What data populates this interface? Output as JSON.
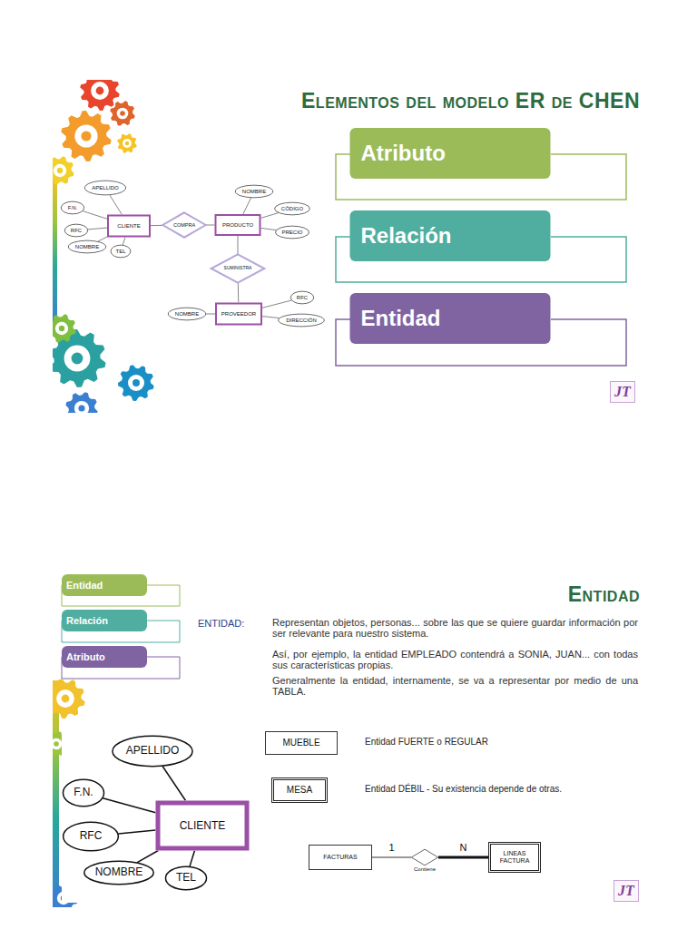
{
  "diagram": {
    "title": "Elementos del modelo ER de CHEN",
    "nodes": [
      {
        "text": [
          "Atributo"
        ]
      },
      {
        "text": [
          "Relación"
        ]
      },
      {
        "text": [
          "Entidad"
        ]
      },
      {
        "text": [
          "APELLIDO"
        ]
      },
      {
        "text": [
          "F.N."
        ]
      },
      {
        "text": [
          "RFC"
        ]
      },
      {
        "text": [
          "NOMBRE"
        ]
      },
      {
        "text": [
          "TEL"
        ]
      },
      {
        "text": [
          "CLIENTE"
        ]
      },
      {
        "text": [
          "COMPRA"
        ]
      },
      {
        "text": [
          "PRODUCTO"
        ]
      },
      {
        "text": [
          "NOMBRE"
        ]
      },
      {
        "text": [
          "CÓDIGO"
        ]
      },
      {
        "text": [
          "PRECIO"
        ]
      },
      {
        "text": [
          "SUMINISTRA"
        ]
      },
      {
        "text": [
          "PROVEEDOR"
        ]
      },
      {
        "text": [
          "NOMBRE"
        ]
      },
      {
        "text": [
          "RFC"
        ]
      },
      {
        "text": [
          "DIRECCIÓN"
        ]
      },
      {
        "text": [
          "Entidad"
        ]
      },
      {
        "text": [
          "Relación"
        ]
      },
      {
        "text": [
          "Atributo"
        ]
      },
      {
        "text": [
          "APELLIDO"
        ]
      },
      {
        "text": [
          "F.N."
        ]
      },
      {
        "text": [
          "RFC"
        ]
      },
      {
        "text": [
          "NOMBRE"
        ]
      },
      {
        "text": [
          "TEL"
        ]
      },
      {
        "text": [
          "CLIENTE"
        ]
      },
      {
        "text": [
          "MUEBLE"
        ]
      },
      {
        "text": [
          "MESA"
        ]
      },
      {
        "text": [
          "FACTURAS"
        ]
      },
      {
        "text": [
          "Contiene"
        ]
      },
      {
        "text": [
          "LINEAS FACTURA"
        ]
      }
    ],
    "edges": [
      {
        "from": 3,
        "to": 8,
        "arrow": "none"
      },
      {
        "from": 4,
        "to": 8,
        "arrow": "none"
      },
      {
        "from": 5,
        "to": 8,
        "arrow": "none"
      },
      {
        "from": 6,
        "to": 8,
        "arrow": "none"
      },
      {
        "from": 7,
        "to": 8,
        "arrow": "none"
      },
      {
        "from": 8,
        "to": 9,
        "arrow": "none"
      },
      {
        "from": 9,
        "to": 10,
        "arrow": "none"
      },
      {
        "from": 11,
        "to": 10,
        "arrow": "none"
      },
      {
        "from": 12,
        "to": 10,
        "arrow": "none"
      },
      {
        "from": 13,
        "to": 10,
        "arrow": "none"
      },
      {
        "from": 10,
        "to": 14,
        "arrow": "none"
      },
      {
        "from": 14,
        "to": 15,
        "arrow": "none"
      },
      {
        "from": 16,
        "to": 15,
        "arrow": "none"
      },
      {
        "from": 17,
        "to": 15,
        "arrow": "none"
      },
      {
        "from": 18,
        "to": 15,
        "arrow": "none"
      },
      {
        "from": 22,
        "to": 27,
        "arrow": "none"
      },
      {
        "from": 23,
        "to": 27,
        "arrow": "none"
      },
      {
        "from": 24,
        "to": 27,
        "arrow": "none"
      },
      {
        "from": 25,
        "to": 27,
        "arrow": "none"
      },
      {
        "from": 26,
        "to": 27,
        "arrow": "none"
      },
      {
        "from": 30,
        "to": 31,
        "label": "1",
        "arrow": "none"
      },
      {
        "from": 31,
        "to": 32,
        "label": "N",
        "arrow": "none"
      }
    ],
    "labels": [
      "Entidad",
      "ENTIDAD:",
      "Representan objetos, personas... sobre las que se quiere guardar información por ser relevante para nuestro sistema.",
      "Así, por ejemplo, la entidad EMPLEADO contendrá a SONIA, JUAN... con todas sus características propias.",
      "Generalmente la entidad, internamente, se va a representar por medio de una TABLA.",
      "Entidad FUERTE o REGULAR",
      "Entidad DÉBIL - Su existencia depende de otras.",
      "JT",
      "JT"
    ]
  }
}
